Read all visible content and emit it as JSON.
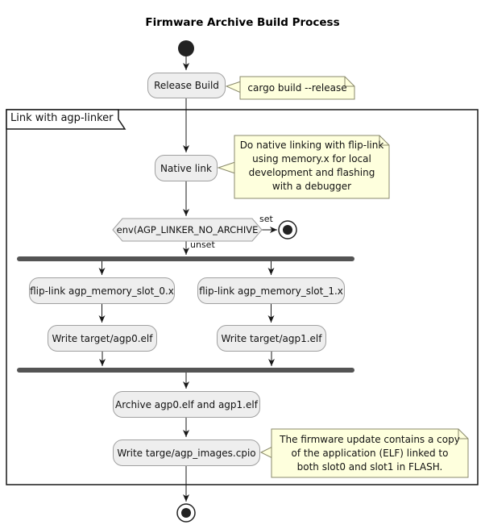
{
  "title": "Firmware Archive Build Process",
  "partition": {
    "label": "Link with agp-linker"
  },
  "activities": {
    "release_build": "Release Build",
    "native_link": "Native link",
    "flip_link_slot0": "flip-link agp_memory_slot_0.x",
    "flip_link_slot1": "flip-link agp_memory_slot_1.x",
    "write_agp0": "Write target/agp0.elf",
    "write_agp1": "Write target/agp1.elf",
    "archive": "Archive agp0.elf and agp1.elf",
    "write_cpio": "Write targe/agp_images.cpio"
  },
  "condition": {
    "text": "env(AGP_LINKER_NO_ARCHIVE",
    "set_label": "set",
    "unset_label": "unset"
  },
  "notes": {
    "release_build": "cargo build --release",
    "native_link": "Do native linking with flip-link\nusing memory.x for local\ndevelopment and flashing\nwith a debugger",
    "write_cpio": "The firmware update contains a copy\nof the application (ELF) linked to\nboth slot0 and slot1 in FLASH."
  },
  "colors": {
    "activity_fill": "#EEEEEE",
    "activity_border": "#A0A0A0",
    "note_fill": "#FEFFDD",
    "note_border": "#8A8A6C",
    "bar_fill": "#545454",
    "line": "#181818",
    "node_fill": "#222222"
  }
}
